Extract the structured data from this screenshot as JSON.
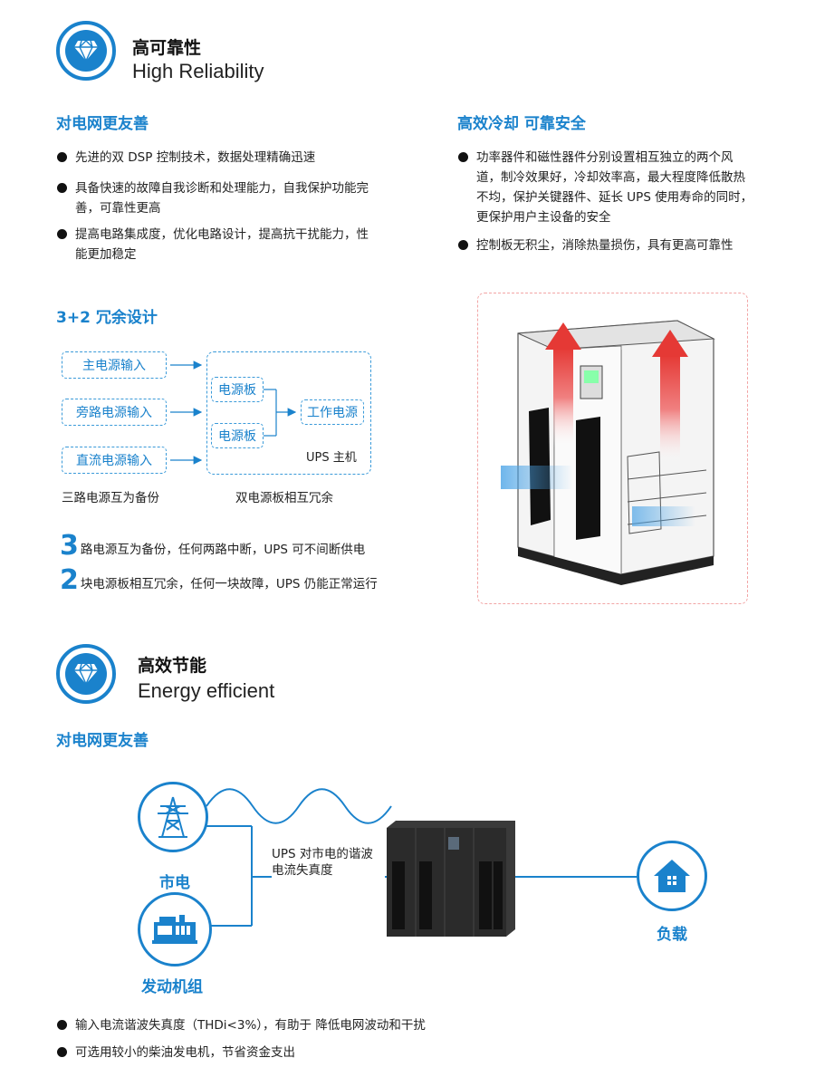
{
  "section1": {
    "icon": "diamond-icon",
    "title_cn": "高可靠性",
    "title_en": "High Reliability",
    "left": {
      "heading": "对电网更友善",
      "bullets": [
        "先进的双 DSP 控制技术，数据处理精确迅速",
        "具备快速的故障自我诊断和处理能力，自我保护功能完善，可靠性更高",
        "提高电路集成度，优化电路设计，提高抗干扰能力，性能更加稳定"
      ]
    },
    "right": {
      "heading": "高效冷却  可靠安全",
      "bullets": [
        "功率器件和磁性器件分别设置相互独立的两个风道，制冷效果好，冷却效率高，最大程度降低散热不均，保护关键器件、延长 UPS 使用寿命的同时，更保护用户主设备的安全",
        "控制板无积尘，消除热量损伤，具有更高可靠性"
      ]
    },
    "redundancy": {
      "heading": "3+2 冗余设计",
      "inputs": [
        "主电源输入",
        "旁路电源输入",
        "直流电源输入"
      ],
      "boards": [
        "电源板",
        "电源板"
      ],
      "output": "工作电源",
      "host_label": "UPS 主机",
      "caption_left": "三路电源互为备份",
      "caption_right": "双电源板相互冗余",
      "points": [
        {
          "num": "3",
          "text": "路电源互为备份，任何两路中断，UPS 可不间断供电"
        },
        {
          "num": "2",
          "text": "块电源板相互冗余，任何一块故障，UPS 仍能正常运行"
        }
      ]
    }
  },
  "section2": {
    "icon": "diamond-icon",
    "title_cn": "高效节能",
    "title_en": "Energy efficient",
    "heading": "对电网更友善",
    "diagram": {
      "grid_label": "市电",
      "generator_label": "发动机组",
      "load_label": "负载",
      "ups_label": "UPS 对市电的谐波电流失真度"
    },
    "bullets": [
      "输入电流谐波失真度（THDi<3%），有助于 降低电网波动和干扰",
      "可选用较小的柴油发电机，节省资金支出"
    ]
  },
  "colors": {
    "accent": "#1a82cc",
    "hot": "#e53935",
    "cool": "#4aa3e6"
  }
}
